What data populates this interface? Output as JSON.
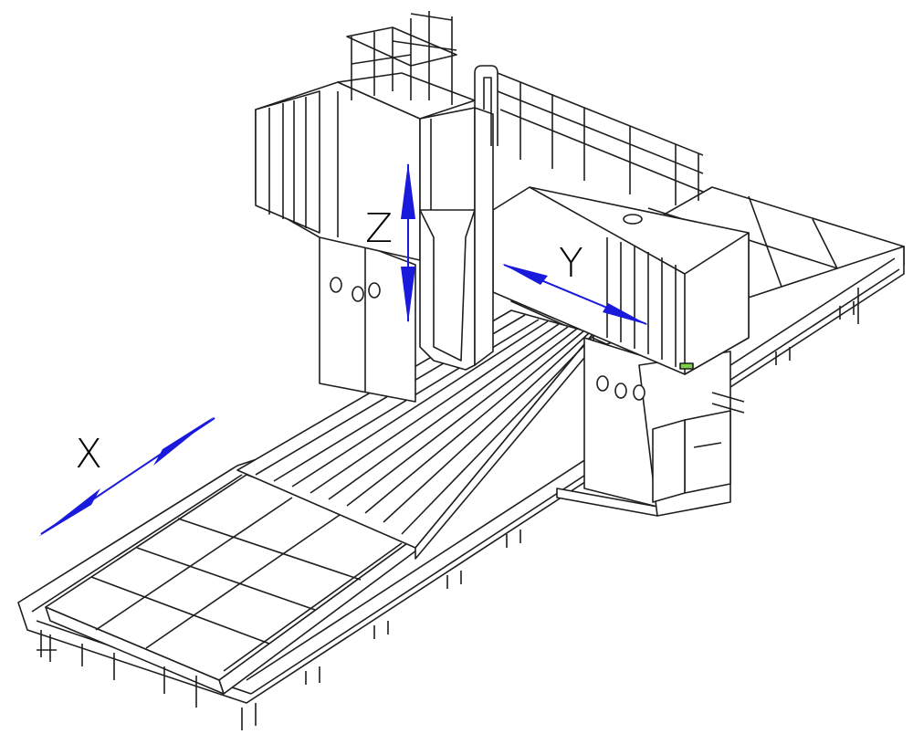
{
  "diagram": {
    "axes": [
      {
        "id": "x",
        "label": "X"
      },
      {
        "id": "y",
        "label": "Y"
      },
      {
        "id": "z",
        "label": "Z"
      }
    ]
  },
  "colors": {
    "arrow": "#1a1adc",
    "line": "#1e1e1e",
    "background": "#ffffff",
    "indicator": "#7ccf4a"
  }
}
